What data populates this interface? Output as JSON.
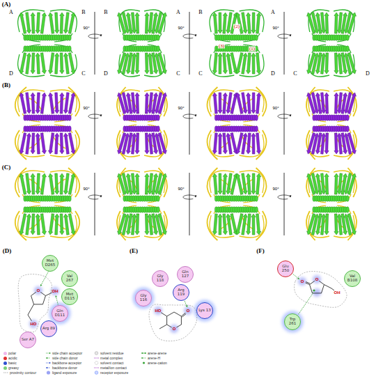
{
  "diagram": {
    "nodes": [
      {
        "text": [
          "Met D265"
        ]
      },
      {
        "text": [
          "Val 267"
        ]
      },
      {
        "text": [
          "Met D115"
        ]
      },
      {
        "text": [
          "Gln D111"
        ]
      },
      {
        "text": [
          "Arg 89"
        ]
      },
      {
        "text": [
          "Ser A7"
        ]
      },
      {
        "text": [
          "Gly 118"
        ]
      },
      {
        "text": [
          "Gln 127"
        ]
      },
      {
        "text": [
          "Gly 116"
        ]
      },
      {
        "text": [
          "Arg 119"
        ]
      },
      {
        "text": [
          "Lys 13"
        ]
      },
      {
        "text": [
          "Glu 250"
        ]
      },
      {
        "text": [
          "Val B108"
        ]
      },
      {
        "text": [
          "Trp 261"
        ]
      }
    ],
    "labels": [
      "(A)",
      "A",
      "B",
      "D",
      "C",
      "90°",
      "B",
      "A",
      "D",
      "C",
      "90°",
      "B",
      "A",
      "C",
      "D",
      "(2)",
      "(3)",
      "(1)",
      "90°",
      "C",
      "D",
      "(B)",
      "90°",
      "90°",
      "90°",
      "(C)",
      "90°",
      "90°",
      "90°",
      "(D)",
      "(E)",
      "(F)",
      "O",
      "OH",
      "HO",
      "O",
      "O",
      "HO",
      "O",
      "O",
      "OH"
    ],
    "legend": [
      {
        "text": "polar",
        "color": "#f0b8ec"
      },
      {
        "text": "acidic",
        "color": "#e03030"
      },
      {
        "text": "basic",
        "color": "#3050d0"
      },
      {
        "text": "greasy",
        "color": "#7cd07c"
      },
      {
        "text": "proximity contour"
      },
      {
        "text": "side chain acceptor"
      },
      {
        "text": "side chain donor"
      },
      {
        "text": "backbone acceptor"
      },
      {
        "text": "backbone donor"
      },
      {
        "text": "ligand exposure"
      },
      {
        "text": "solvent residue"
      },
      {
        "text": "metal complex"
      },
      {
        "text": "solvent contact"
      },
      {
        "text": "metal/ion contact"
      },
      {
        "text": "receptor exposure"
      },
      {
        "text": "arene-arene"
      },
      {
        "text": "arene-H"
      },
      {
        "text": "arene-cation"
      }
    ]
  }
}
